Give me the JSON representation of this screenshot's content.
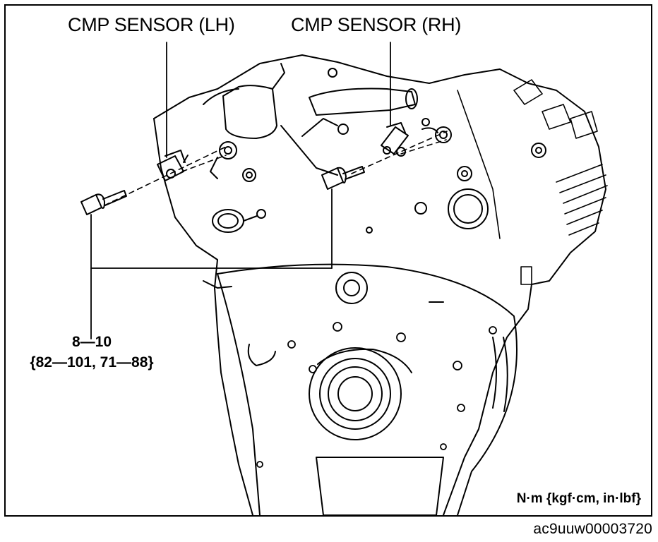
{
  "labels": {
    "cmp_sensor_lh": "CMP SENSOR (LH)",
    "cmp_sensor_rh": "CMP SENSOR (RH)",
    "torque_value": "8—10",
    "torque_alt": "{82—101, 71—88}",
    "unit": "N·m {kgf·cm, in·lbf}"
  },
  "figure_code": "ac9uuw00003720",
  "colors": {
    "line": "#000000",
    "background": "#ffffff"
  }
}
